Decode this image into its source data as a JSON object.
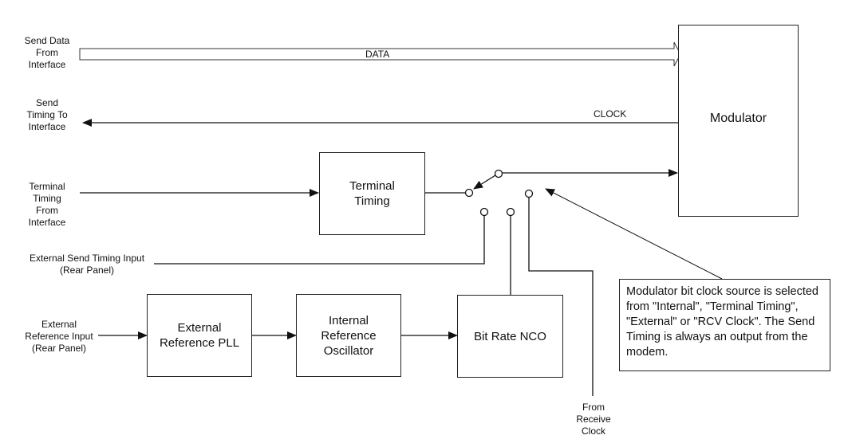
{
  "inputs": {
    "send_data": "Send Data\nFrom\nInterface",
    "send_timing": "Send\nTiming To\nInterface",
    "terminal_timing": "Terminal\nTiming\nFrom\nInterface",
    "ext_send_timing": "External Send Timing Input\n(Rear Panel)",
    "ext_reference": "External\nReference Input\n(Rear Panel)",
    "receive_clock": "From\nReceive\nClock"
  },
  "signals": {
    "data": "DATA",
    "clock": "CLOCK"
  },
  "blocks": {
    "modulator": "Modulator",
    "terminal_timing": "Terminal\nTiming",
    "ext_ref_pll": "External\nReference PLL",
    "internal_osc": "Internal\nReference\nOscillator",
    "bit_rate_nco": "Bit Rate NCO"
  },
  "note": "Modulator bit clock source is selected from \"Internal\", \"Terminal Timing\", \"External\" or \"RCV Clock\". The Send Timing is always an output from the modem."
}
